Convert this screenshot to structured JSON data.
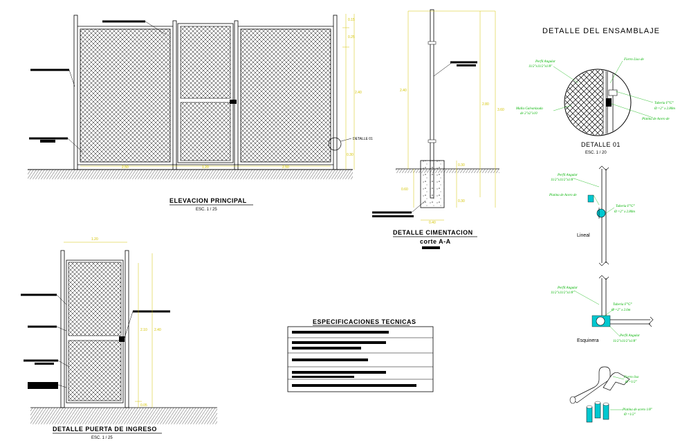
{
  "titles": {
    "elevacion": "ELEVACION PRINCIPAL",
    "elevacion_esc": "ESC. 1 / 25",
    "cimentacion": "DETALLE CIMENTACION",
    "cimentacion_corte": "corte A-A",
    "puerta": "DETALLE PUERTA DE INGRESO",
    "puerta_esc": "ESC. 1 / 25",
    "ensamblaje": "DETALLE DEL ENSAMBLAJE",
    "detalle01": "DETALLE 01",
    "detalle01_esc": "ESC. 1 / 20",
    "especificaciones": "ESPECIFICACIONES TECNICAS"
  },
  "labels": {
    "detalle01_tag": "DETALLE 01",
    "lineal": "Lineal",
    "esquinera": "Esquinera"
  },
  "dimensions": {
    "elev_h": "2.40",
    "elev_w1": "2.50",
    "elev_w2": "1.20",
    "elev_w3": "2.50",
    "elev_top1": "0.15",
    "elev_top2": "0.25",
    "elev_bot": "0.30",
    "cim_h1": "2.40",
    "cim_h2": "2.80",
    "cim_h3": "3.60",
    "cim_d1": "0.30",
    "cim_d2": "0.60",
    "cim_d3": "0.30",
    "cim_w": "0.40",
    "door_w": "1.20",
    "door_h1": "2.10",
    "door_h2": "2.40",
    "door_bot": "0.05"
  },
  "callouts": {
    "perfil_angular_1": "Perfil Angular",
    "perfil_angular_1b": "11/2\"x11/2\"x1/8\"",
    "fierro_liso_1": "Fierro Liso de",
    "malla_1": "Malla Galvanizada",
    "malla_1b": "de 2\"x2\"x10",
    "tuberia_1": "Tuberia F°G°",
    "tuberia_1b": "Ø =2\" x 2.80m",
    "platina_1": "Platina de Acero de",
    "perfil_angular_2": "Perfil Angular",
    "perfil_angular_2b": "11/2\"x11/2\"x1/8\"",
    "platina_2": "Platina de Acero de",
    "tuberia_2": "Tuberia F°G°",
    "tuberia_2b": "Ø =2\" x 2.80m",
    "perfil_angular_3": "Perfil Angular",
    "perfil_angular_3b": "11/2\"x11/2\"x1/8\"",
    "tuberia_3": "Tuberia F°G°",
    "tuberia_3b": "Ø =2\" x 2.6m",
    "perfil_angular_4": "Perfil Angular",
    "perfil_angular_4b": "11/2\"x11/2\"x1/8\"",
    "fierro_liso_2": "Fierro liso",
    "fierro_liso_2b": "Ø =1/2\"",
    "platina_3": "Platina de acero 1/8\"",
    "platina_3b": "Ø =1/2\""
  },
  "colors": {
    "line": "#000000",
    "dimension": "#d4c400",
    "callout": "#00b300",
    "detail_fill": "#00c8d0",
    "ground": "#888888"
  }
}
